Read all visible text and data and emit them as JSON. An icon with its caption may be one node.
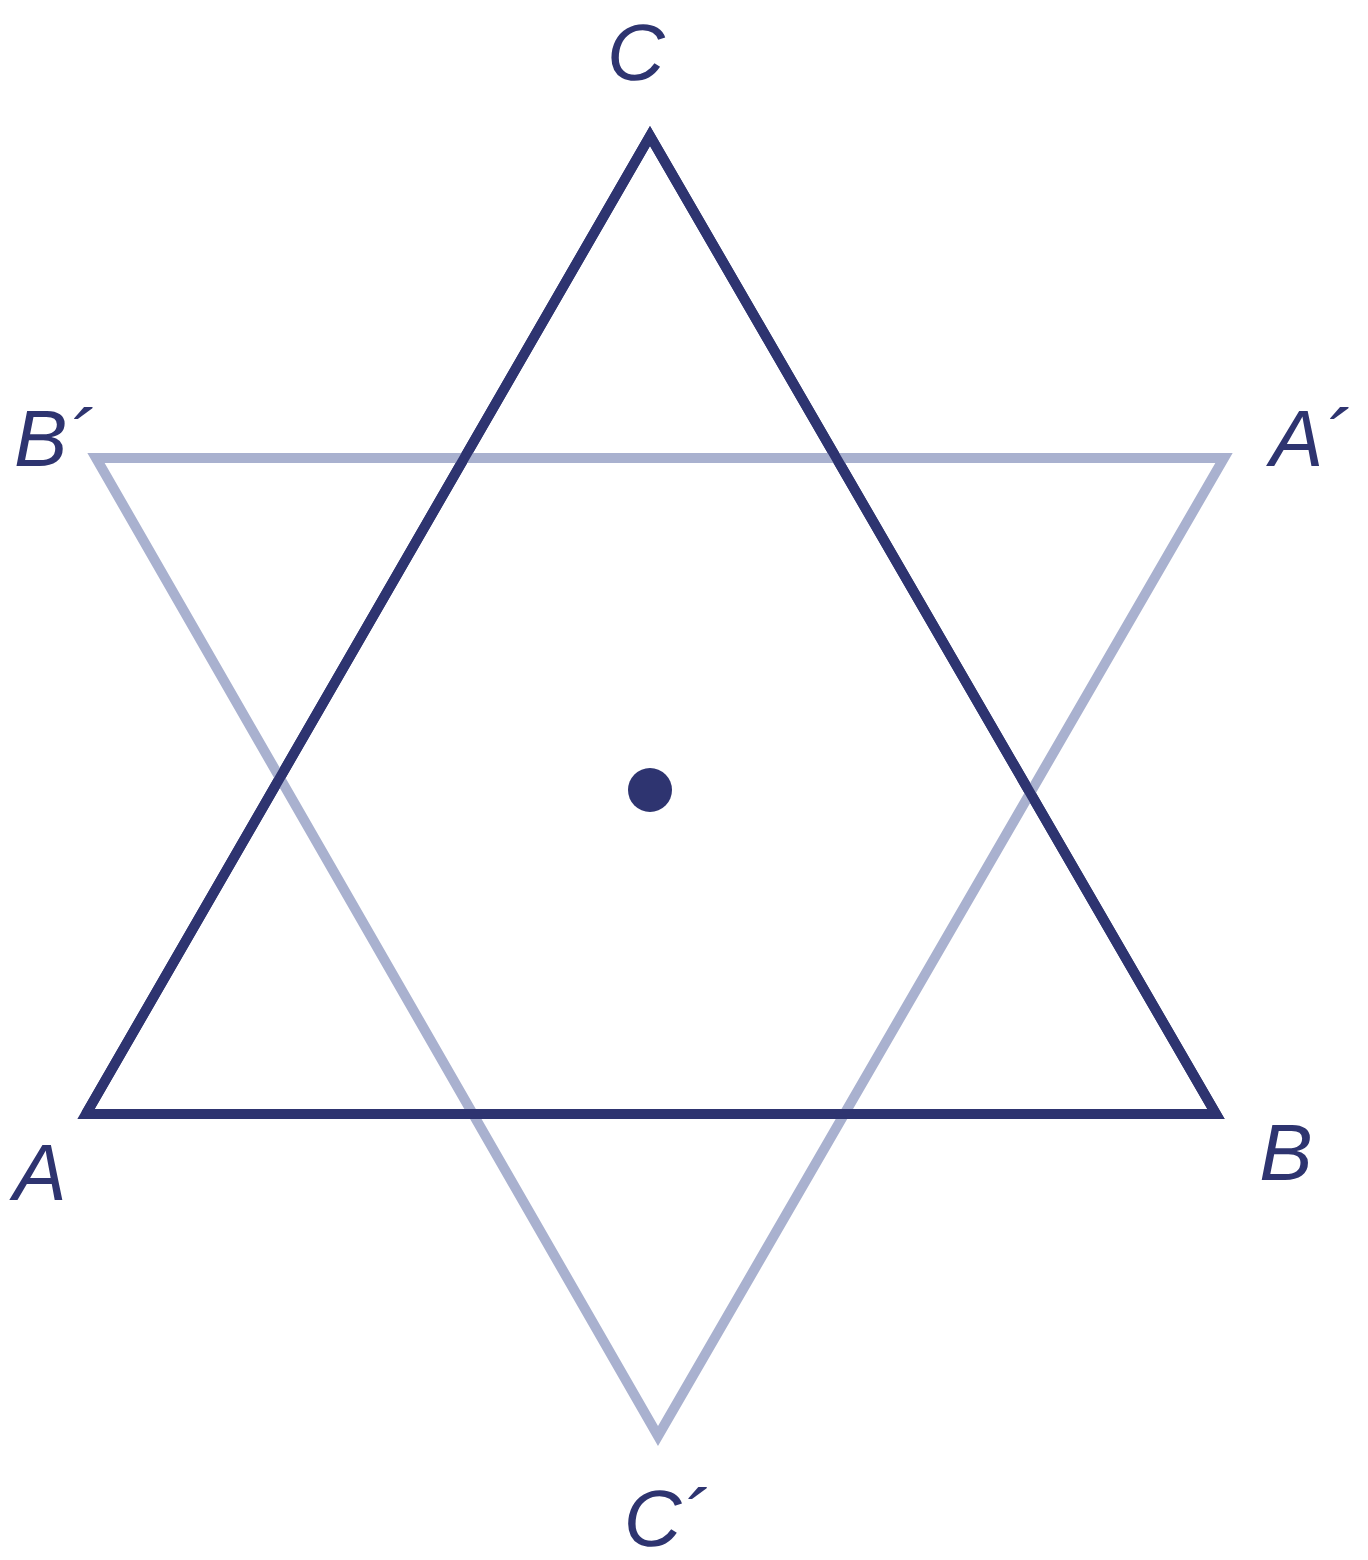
{
  "diagram": {
    "labels": [
      "C",
      "B´",
      "A´",
      "A",
      "B",
      "C´"
    ]
  }
}
